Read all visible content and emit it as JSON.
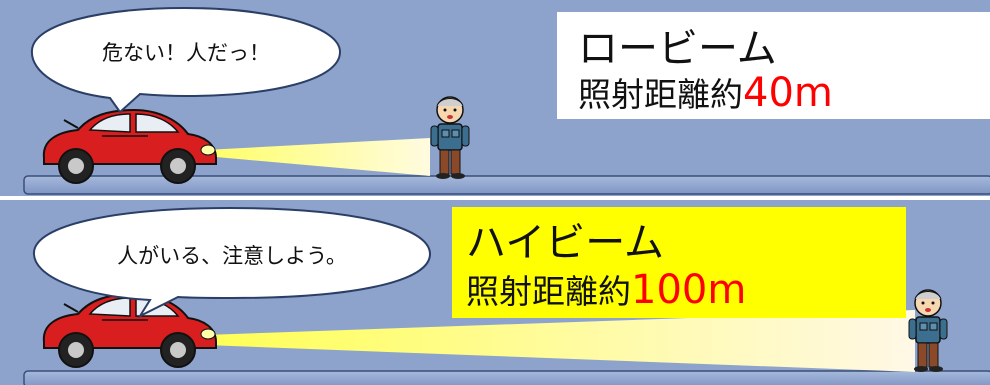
{
  "low_beam": {
    "speech": "危ない！人だっ！",
    "title": "ロービーム",
    "distance_prefix": "照射距離約",
    "distance_value": "40m"
  },
  "high_beam": {
    "speech": "人がいる、注意しよう。",
    "title": "ハイビーム",
    "distance_prefix": "照射距離約",
    "distance_value": "100m"
  },
  "colors": {
    "panel_bg": "#8da3cc",
    "road": "#93a9d2",
    "highlight_box": "#ffff00",
    "distance_value": "#ff0000",
    "car_body": "#d81e1e"
  }
}
